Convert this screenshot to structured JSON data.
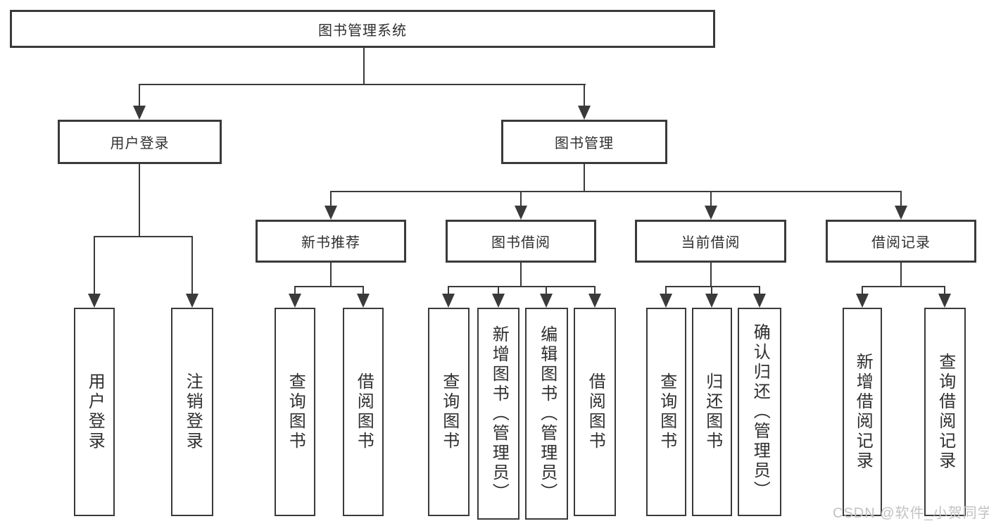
{
  "diagram": {
    "root": {
      "label": "图书管理系统",
      "children": [
        {
          "label": "用户登录",
          "children": [
            "用户登录",
            "注销登录"
          ]
        },
        {
          "label": "图书管理",
          "children": [
            {
              "label": "新书推荐",
              "children": [
                "查询图书",
                "借阅图书"
              ]
            },
            {
              "label": "图书借阅",
              "children": [
                "查询图书",
                "新增图书（管理员）",
                "编辑图书（管理员）",
                "借阅图书"
              ]
            },
            {
              "label": "当前借阅",
              "children": [
                "查询图书",
                "归还图书",
                "确认归还（管理员）"
              ]
            },
            {
              "label": "借阅记录",
              "children": [
                "新增借阅记录",
                "查询借阅记录"
              ]
            }
          ]
        }
      ]
    },
    "watermark": "CSDN @软件_小贺同学",
    "colors": {
      "line": "#3a3a3a",
      "text": "#2f2f2f",
      "background": "#ffffff",
      "watermark": "#c2c2c2"
    }
  }
}
